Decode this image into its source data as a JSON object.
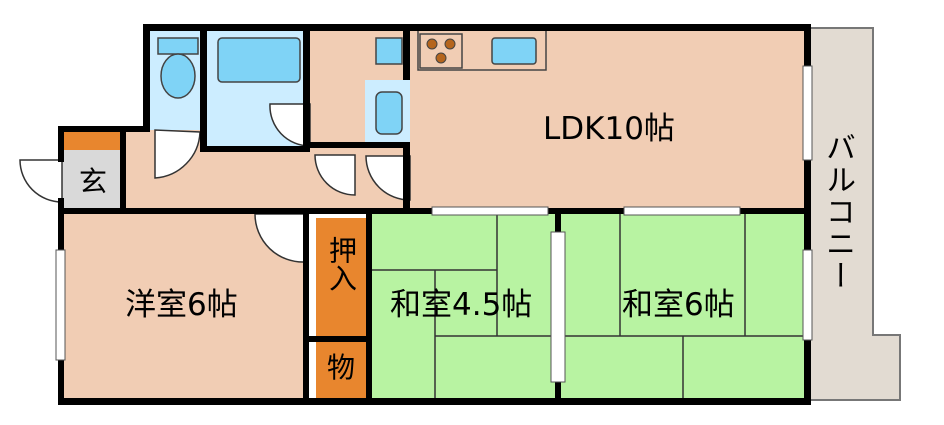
{
  "floor_plan": {
    "rooms": {
      "ldk": "LDK10帖",
      "western_room": "洋室6帖",
      "japanese_room_a": "和室4.5帖",
      "japanese_room_b": "和室6帖",
      "balcony": "バルコニー",
      "entrance": "玄",
      "closet": "押入",
      "storage": "物"
    },
    "colors": {
      "wall": "#000000",
      "floor": "#f1cdb4",
      "tatami": "#b8f3a2",
      "wet_area": "#ccedff",
      "closet": "#e8862e",
      "balcony": "#e2dbd2",
      "fixture": "#7fd3f6",
      "gray": "#d9d9d9"
    }
  }
}
